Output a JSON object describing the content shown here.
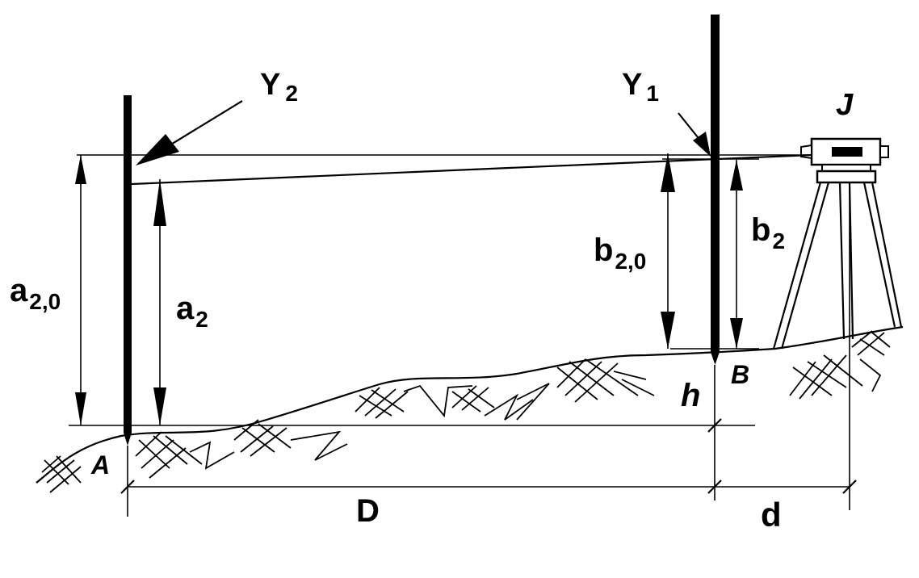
{
  "labels": {
    "y2_main": "Y",
    "y2_sub": "2",
    "y1_main": "Y",
    "y1_sub": "1",
    "instrument": "J",
    "a20_main": "a",
    "a20_sub": "2,0",
    "a2_main": "a",
    "a2_sub": "2",
    "b20_main": "b",
    "b20_sub": "2,0",
    "b2_main": "b",
    "b2_sub": "2",
    "point_a": "A",
    "point_b": "B",
    "height": "h",
    "distance_d_upper": "D",
    "distance_d_lower": "d"
  }
}
